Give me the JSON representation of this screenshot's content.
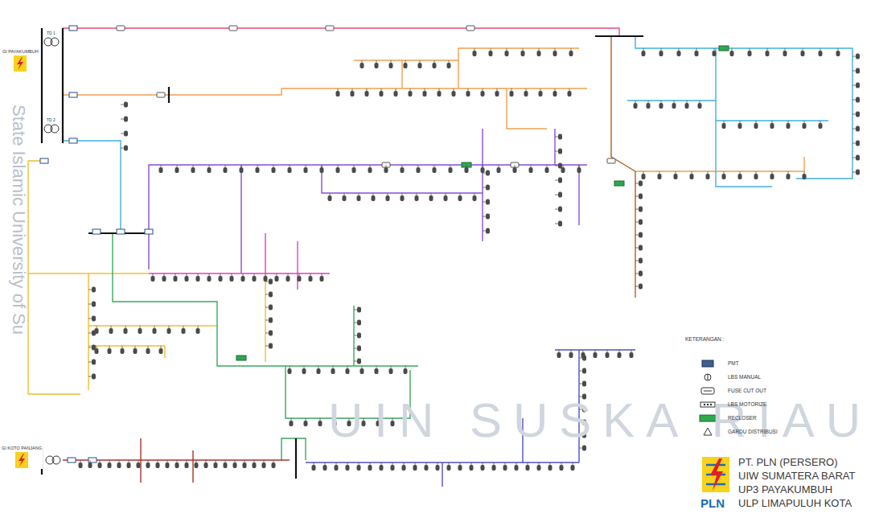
{
  "diagram": {
    "nodes": [
      {
        "text": [
          "GI PAYAKUMBUH"
        ]
      },
      {
        "text": [
          "GI KOTO PANJANG"
        ]
      }
    ],
    "labels": [
      "TD 1",
      "TD 2",
      "KETERANGAN :",
      "PT. PLN (PERSERO)",
      "UIW SUMATERA BARAT",
      "UP3 PAYAKUMBUH",
      "ULP LIMAPULUH KOTA",
      "PLN",
      "State Islamic University of Su",
      "UIN SUSKA RIAU"
    ],
    "legend": [
      {
        "text": "PMT"
      },
      {
        "text": "LBS MANUAL"
      },
      {
        "text": "FUSE CUT OUT"
      },
      {
        "text": "LBS MOTORIZE"
      },
      {
        "text": "RECLOSER"
      },
      {
        "text": "GARDU DISTRIBUSI"
      }
    ]
  }
}
